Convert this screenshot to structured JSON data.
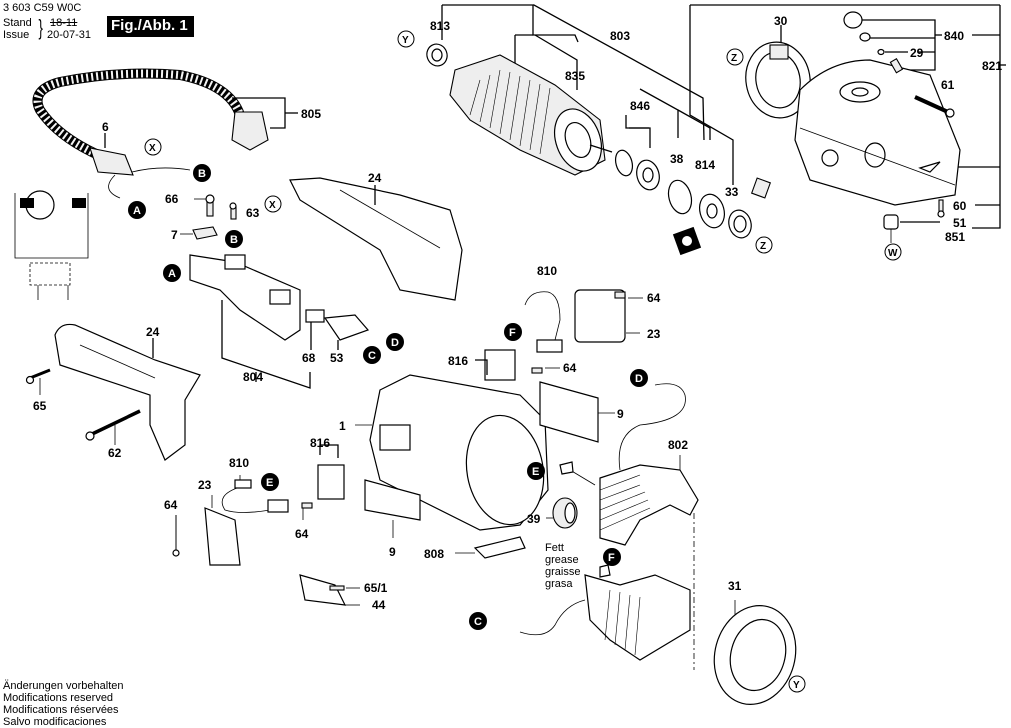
{
  "header": {
    "part_number": "3 603 C59 W0C",
    "stand_label": "Stand",
    "issue_label": "Issue",
    "stand_value": "18-11",
    "issue_value": "20-07-31",
    "figure_label": "Fig./Abb. 1"
  },
  "footer": {
    "lines": [
      "Änderungen vorbehalten",
      "Modifications reserved",
      "Modifications réservées",
      "Salvo modificaciones"
    ]
  },
  "grease_note": [
    "Fett",
    "grease",
    "graisse",
    "grasa"
  ],
  "part_labels": [
    {
      "id": "813",
      "text": "813"
    },
    {
      "id": "803",
      "text": "803"
    },
    {
      "id": "835",
      "text": "835"
    },
    {
      "id": "846",
      "text": "846"
    },
    {
      "id": "38",
      "text": "38"
    },
    {
      "id": "814",
      "text": "814"
    },
    {
      "id": "33",
      "text": "33"
    },
    {
      "id": "30",
      "text": "30"
    },
    {
      "id": "840",
      "text": "840"
    },
    {
      "id": "29",
      "text": "29"
    },
    {
      "id": "821",
      "text": "821"
    },
    {
      "id": "61",
      "text": "61"
    },
    {
      "id": "60",
      "text": "60"
    },
    {
      "id": "51",
      "text": "51"
    },
    {
      "id": "851",
      "text": "851"
    },
    {
      "id": "805",
      "text": "805"
    },
    {
      "id": "6",
      "text": "6"
    },
    {
      "id": "24a",
      "text": "24"
    },
    {
      "id": "66",
      "text": "66"
    },
    {
      "id": "63",
      "text": "63"
    },
    {
      "id": "7",
      "text": "7"
    },
    {
      "id": "68",
      "text": "68"
    },
    {
      "id": "53",
      "text": "53"
    },
    {
      "id": "804",
      "text": "804"
    },
    {
      "id": "24b",
      "text": "24"
    },
    {
      "id": "65",
      "text": "65"
    },
    {
      "id": "62",
      "text": "62"
    },
    {
      "id": "810a",
      "text": "810"
    },
    {
      "id": "64a",
      "text": "64"
    },
    {
      "id": "23a",
      "text": "23"
    },
    {
      "id": "816a",
      "text": "816"
    },
    {
      "id": "64b",
      "text": "64"
    },
    {
      "id": "9a",
      "text": "9"
    },
    {
      "id": "1",
      "text": "1"
    },
    {
      "id": "802",
      "text": "802"
    },
    {
      "id": "816b",
      "text": "816"
    },
    {
      "id": "810b",
      "text": "810"
    },
    {
      "id": "23b",
      "text": "23"
    },
    {
      "id": "64c",
      "text": "64"
    },
    {
      "id": "64d",
      "text": "64"
    },
    {
      "id": "39",
      "text": "39"
    },
    {
      "id": "9b",
      "text": "9"
    },
    {
      "id": "808",
      "text": "808"
    },
    {
      "id": "65_1",
      "text": "65/1"
    },
    {
      "id": "44",
      "text": "44"
    },
    {
      "id": "31",
      "text": "31"
    }
  ],
  "connector_refs": {
    "A": "A",
    "B": "B",
    "C": "C",
    "D": "D",
    "E": "E",
    "F": "F",
    "X": "X",
    "Y": "Y",
    "Z": "Z",
    "W": "W"
  }
}
